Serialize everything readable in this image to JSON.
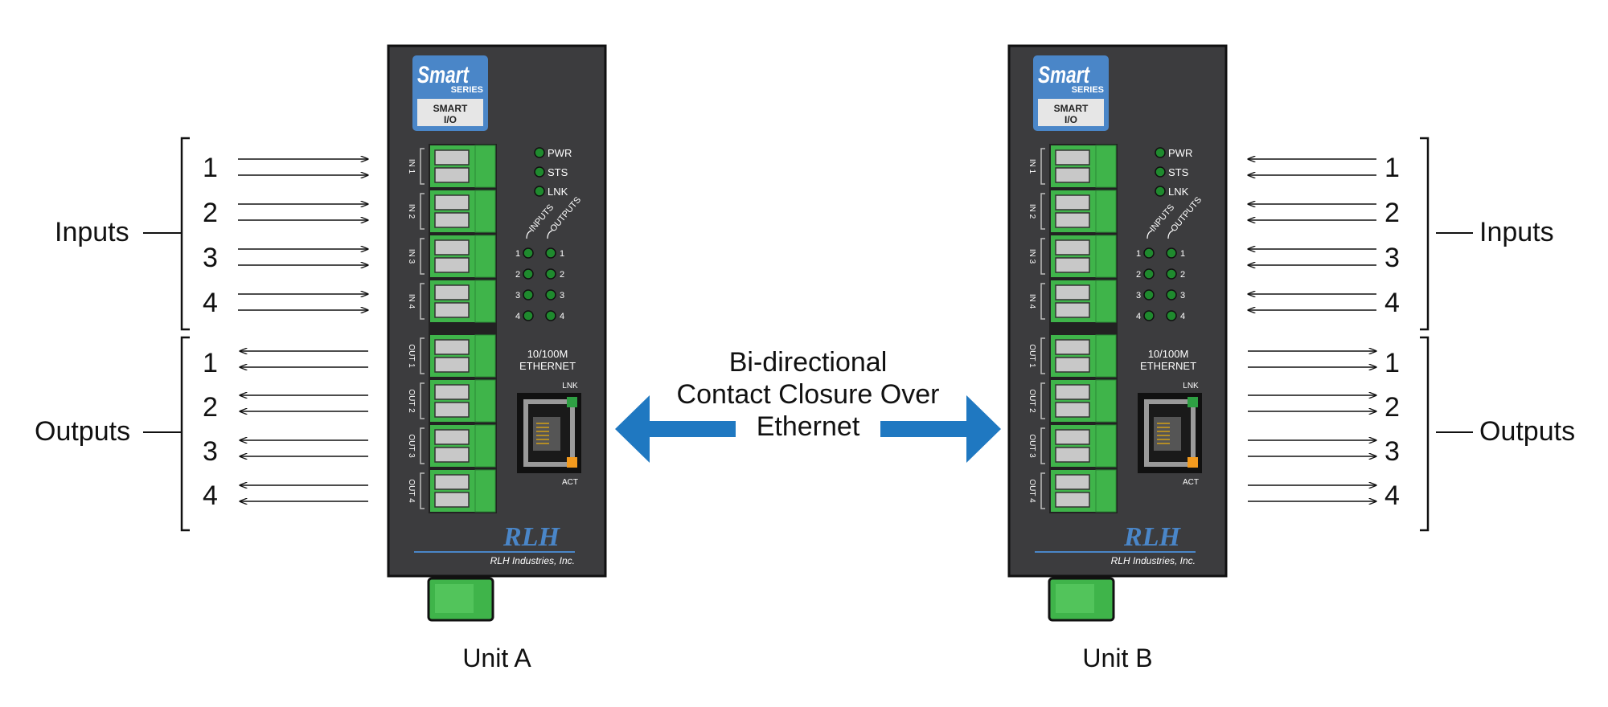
{
  "center_label": {
    "line1": "Bi-directional",
    "line2": "Contact Closure Over",
    "line3": "Ethernet"
  },
  "side_labels": {
    "inputs": "Inputs",
    "outputs": "Outputs"
  },
  "channel_numbers": [
    "1",
    "2",
    "3",
    "4"
  ],
  "units": [
    {
      "caption": "Unit A",
      "brand": {
        "smart": "Smart",
        "series": "SERIES",
        "model_line1": "SMART",
        "model_line2": "I/O"
      },
      "status_leds": [
        "PWR",
        "STS",
        "LNK"
      ],
      "io_headers": {
        "inputs": "INPUTS",
        "outputs": "OUTPUTS"
      },
      "terminal_labels": [
        "IN 1",
        "IN 2",
        "IN 3",
        "IN 4",
        "OUT 1",
        "OUT 2",
        "OUT 3",
        "OUT 4"
      ],
      "ethernet": {
        "line1": "10/100M",
        "line2": "ETHERNET",
        "lnk": "LNK",
        "act": "ACT"
      },
      "logo": {
        "mark": "RLH",
        "company": "RLH Industries, Inc."
      }
    },
    {
      "caption": "Unit B",
      "brand": {
        "smart": "Smart",
        "series": "SERIES",
        "model_line1": "SMART",
        "model_line2": "I/O"
      },
      "status_leds": [
        "PWR",
        "STS",
        "LNK"
      ],
      "io_headers": {
        "inputs": "INPUTS",
        "outputs": "OUTPUTS"
      },
      "terminal_labels": [
        "IN 1",
        "IN 2",
        "IN 3",
        "IN 4",
        "OUT 1",
        "OUT 2",
        "OUT 3",
        "OUT 4"
      ],
      "ethernet": {
        "line1": "10/100M",
        "line2": "ETHERNET",
        "lnk": "LNK",
        "act": "ACT"
      },
      "logo": {
        "mark": "RLH",
        "company": "RLH Industries, Inc."
      }
    }
  ],
  "colors": {
    "device_body": "#3c3c3e",
    "terminal_green": "#3fb44a",
    "led_green": "#1f8a2e",
    "brand_blue": "#4a86c8",
    "arrow_blue": "#1f78c1",
    "act_orange": "#f39a1e"
  }
}
